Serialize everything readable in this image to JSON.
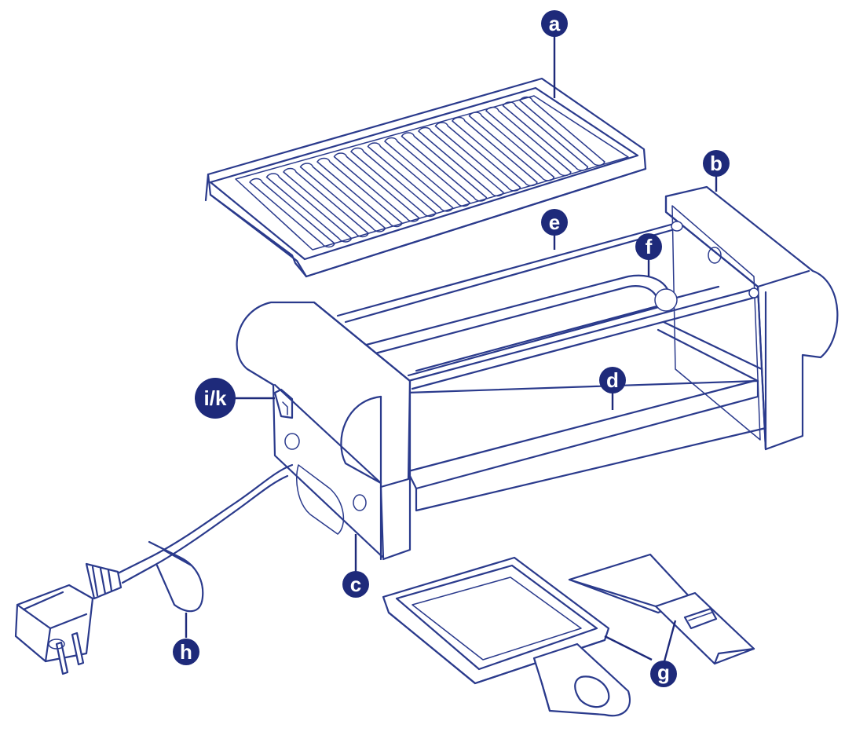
{
  "labels": {
    "a": "a",
    "b": "b",
    "c": "c",
    "d": "d",
    "e": "e",
    "f": "f",
    "g": "g",
    "h": "h",
    "ik": "i/k"
  },
  "colors": {
    "line": "#2a3a8c",
    "badge": "#1e2a7a",
    "background": "#ffffff"
  }
}
